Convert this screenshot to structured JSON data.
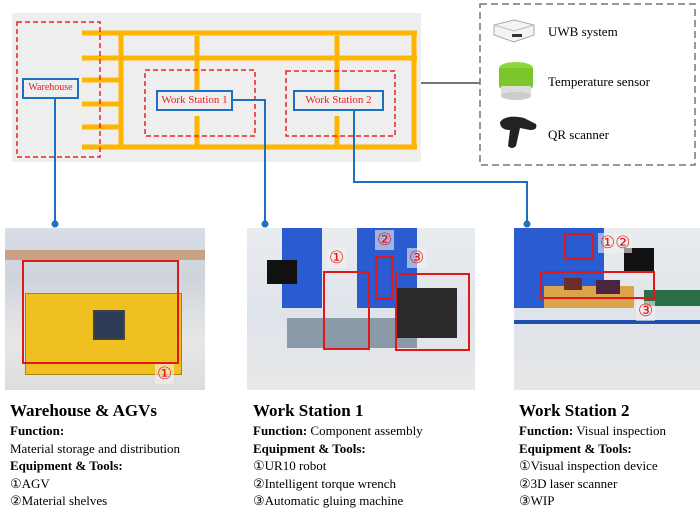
{
  "layout_map": {
    "labels": {
      "warehouse": "Warehouse",
      "ws1": "Work Station 1",
      "ws2": "Work Station 2"
    }
  },
  "legend": {
    "items": [
      {
        "label": "UWB system",
        "icon": "uwb-device-icon"
      },
      {
        "label": "Temperature sensor",
        "icon": "temperature-sensor-icon"
      },
      {
        "label": "QR scanner",
        "icon": "qr-scanner-icon"
      }
    ]
  },
  "photos": {
    "warehouse": {
      "markers": [
        "①"
      ]
    },
    "ws1": {
      "markers": [
        "①",
        "②",
        "③"
      ]
    },
    "ws2": {
      "markers": [
        "①②",
        "③"
      ]
    }
  },
  "columns": [
    {
      "title": "Warehouse & AGVs",
      "function_label": "Function:",
      "function": "Material storage and distribution",
      "equipment_label": "Equipment & Tools:",
      "items": [
        "①AGV",
        "②Material shelves"
      ]
    },
    {
      "title": "Work Station 1",
      "function_label": "Function:",
      "function": "Component assembly",
      "equipment_label": "Equipment & Tools:",
      "items": [
        "①UR10 robot",
        "②Intelligent torque wrench",
        "③Automatic gluing machine"
      ]
    },
    {
      "title": "Work Station 2",
      "function_label": "Function:",
      "function": "Visual inspection",
      "equipment_label": "Equipment & Tools:",
      "items": [
        "①Visual inspection device",
        "②3D laser scanner",
        "③WIP"
      ]
    }
  ],
  "colors": {
    "track": "#ffb400",
    "zone": "#ee2222",
    "link": "#1f6fbf",
    "panel": "#eeeeee"
  }
}
